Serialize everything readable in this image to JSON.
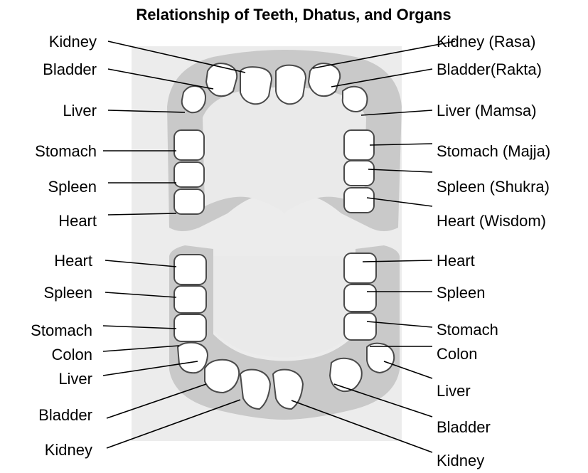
{
  "title": "Relationship of Teeth, Dhatus, and Organs",
  "labels": {
    "upper_left": [
      "Kidney",
      "Bladder",
      "Liver",
      "Stomach",
      "Spleen",
      "Heart"
    ],
    "upper_right": [
      "Kidney (Rasa)",
      "Bladder(Rakta)",
      "Liver (Mamsa)",
      "Stomach (Majja)",
      "Spleen (Shukra)",
      "Heart (Wisdom)"
    ],
    "lower_left": [
      "Heart",
      "Spleen",
      "Stomach",
      "Colon",
      "Liver",
      "Bladder",
      "Kidney"
    ],
    "lower_right": [
      "Heart",
      "Spleen",
      "Stomach",
      "Colon",
      "Liver",
      "Bladder",
      "Kidney"
    ]
  },
  "colors": {
    "background": "#ffffff",
    "gum": "#c9c9c9",
    "tooth_outline": "#4a4a4a",
    "text": "#000000"
  }
}
